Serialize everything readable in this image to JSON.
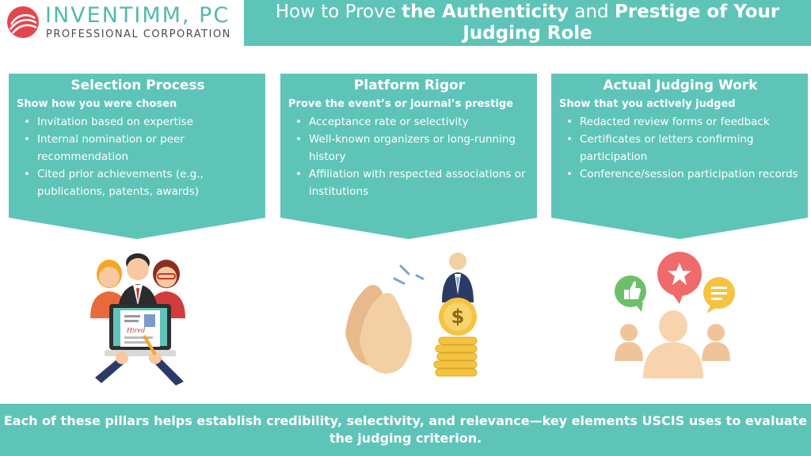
{
  "logo": {
    "name": "INVENTIMM, PC",
    "subtitle": "PROFESSIONAL CORPORATION"
  },
  "title": {
    "part1": "How to Prove ",
    "part2": "the Authenticity",
    "part3": " and ",
    "part4": "Prestige of Your",
    "part5": "Judging Role"
  },
  "panels": [
    {
      "title": "Selection Process",
      "subtitle": "Show how you were chosen",
      "bullets": [
        "Invitation based on expertise",
        "Internal nomination or peer recommendation",
        "Cited prior achievements (e.g., publications, patents, awards)"
      ]
    },
    {
      "title": "Platform Rigor",
      "subtitle": "Prove the event’s or journal’s prestige",
      "bullets": [
        "Acceptance rate or selectivity",
        "Well-known organizers or long-running history",
        "Affiliation with respected associations or institutions"
      ]
    },
    {
      "title": "Actual Judging Work",
      "subtitle": "Show that you actively judged",
      "bullets": [
        "Redacted review forms or feedback",
        "Certificates or letters confirming participation",
        "Conference/session participation records"
      ]
    }
  ],
  "illustrations": {
    "panel1": "group-reviewing-resume-icon",
    "panel2": "clapping-hands-and-coins-icon",
    "panel3": "audience-feedback-icon"
  },
  "footer": {
    "text": "Each of these pillars helps establish credibility, selectivity, and relevance—key elements USCIS uses to evaluate the judging criterion."
  },
  "colors": {
    "teal": "#5fc4b8",
    "logo_teal": "#53b9ac",
    "logo_red": "#e5464e"
  }
}
